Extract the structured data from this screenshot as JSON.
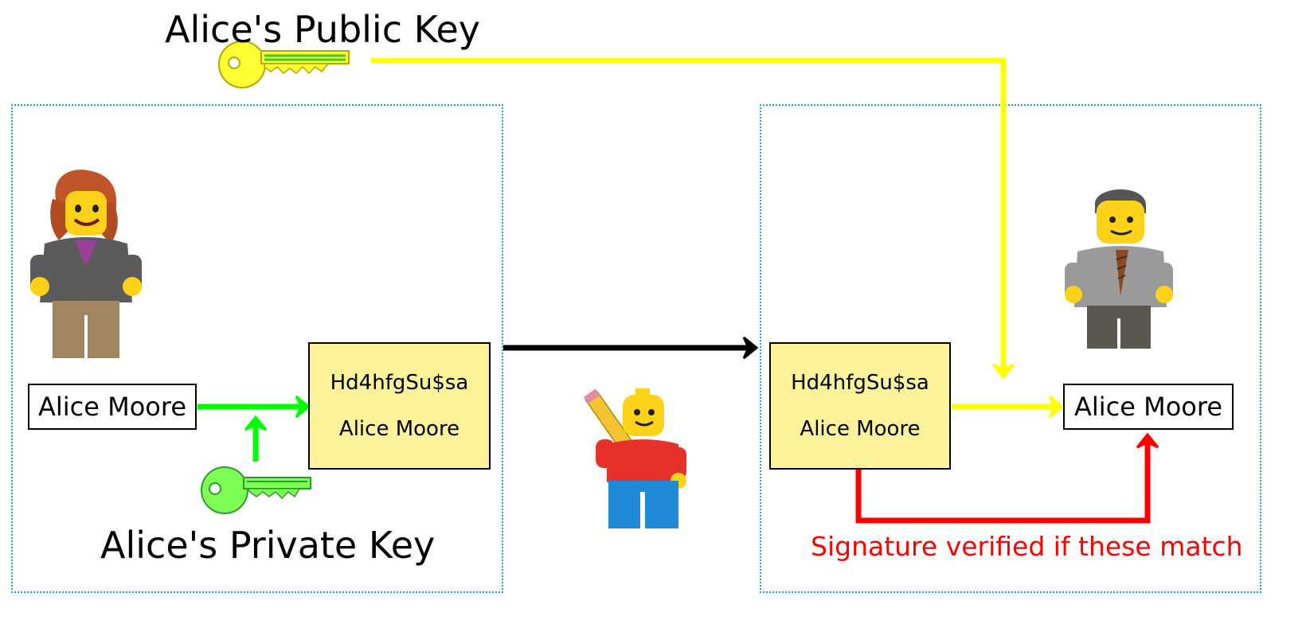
{
  "public_key_label": "Alice's Public Key",
  "private_key_label": "Alice's Private Key",
  "sender_message": "Alice Moore",
  "signed_message": {
    "signature": "Hd4hfgSu$sa",
    "message": "Alice Moore"
  },
  "received_message": {
    "signature": "Hd4hfgSu$sa",
    "message": "Alice Moore"
  },
  "decrypted_message": "Alice Moore",
  "verification_note": "Signature verified if these match",
  "colors": {
    "public_key": "#ffff00",
    "private_key": "#00ff00",
    "verify": "#ff0000",
    "zone_border": "#1ba1e2",
    "signature_box": "#fbf29a"
  }
}
